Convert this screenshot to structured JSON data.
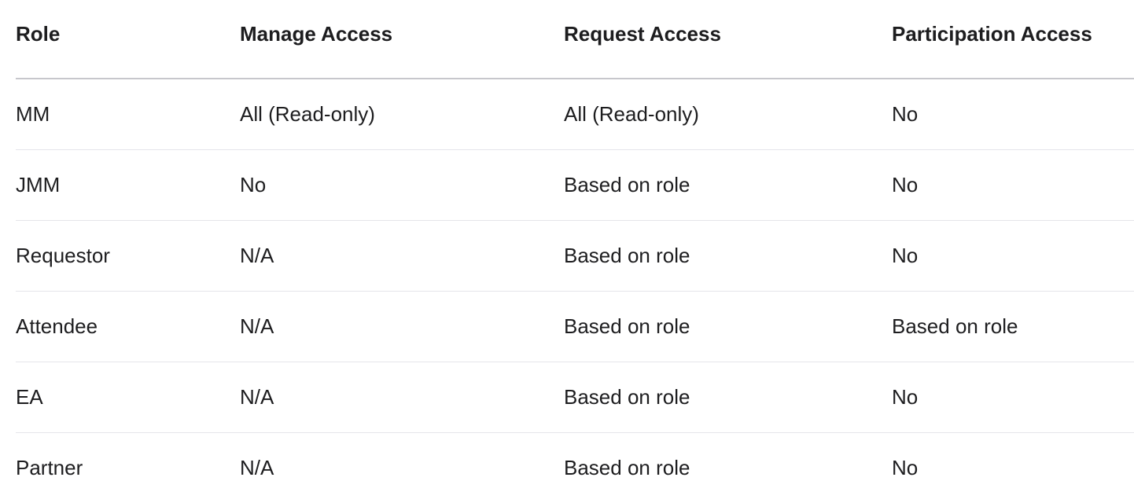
{
  "table": {
    "headers": [
      "Role",
      "Manage Access",
      "Request Access",
      "Participation Access"
    ],
    "rows": [
      [
        "MM",
        "All (Read-only)",
        "All (Read-only)",
        "No"
      ],
      [
        "JMM",
        "No",
        "Based on role",
        "No"
      ],
      [
        "Requestor",
        "N/A",
        "Based on role",
        "No"
      ],
      [
        "Attendee",
        "N/A",
        "Based on role",
        "Based on role"
      ],
      [
        "EA",
        "N/A",
        "Based on role",
        "No"
      ],
      [
        "Partner",
        "N/A",
        "Based on role",
        "No"
      ]
    ]
  }
}
